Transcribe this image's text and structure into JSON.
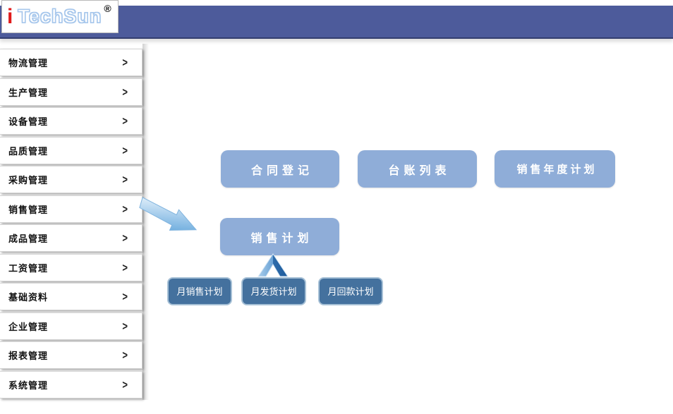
{
  "header": {
    "logo_i": "i",
    "logo_brand": "TechSun",
    "logo_reg": "®"
  },
  "sidebar": {
    "chevron": ">",
    "items": [
      "物流管理",
      "生产管理",
      "设备管理",
      "品质管理",
      "采购管理",
      "销售管理",
      "成品管理",
      "工资管理",
      "基础资料",
      "企业管理",
      "报表管理",
      "系统管理"
    ]
  },
  "flow": {
    "top_buttons": [
      "合同登记",
      "台账列表",
      "销售年度计划"
    ],
    "mid_button": "销售计划",
    "bottom_buttons": [
      "月销售计划",
      "月发货计划",
      "月回款计划"
    ]
  },
  "colors": {
    "header_bar": "#4d5b9b",
    "header_border": "#333e6f",
    "light_button": "#8fadd8",
    "dark_button": "#44719e",
    "dark_button_border": "#a6c0d6",
    "arrow_light": "#9fc9ea",
    "arrow_dark": "#1c5a9c",
    "logo_red": "#e01b1b",
    "logo_outline_blue": "#a7c7ec"
  }
}
